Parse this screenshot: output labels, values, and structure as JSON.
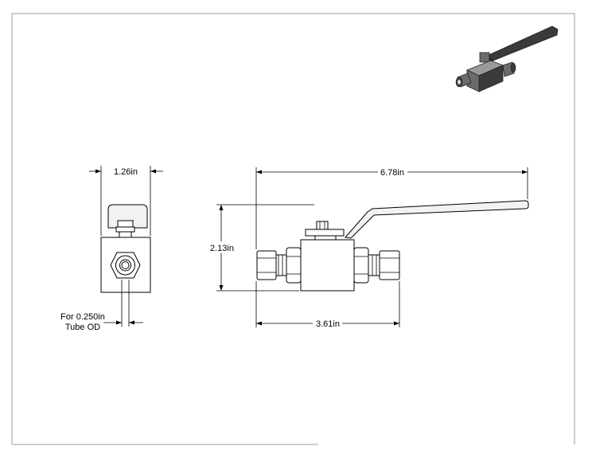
{
  "dimensions": {
    "front_width": "1.26in",
    "overall_length": "6.78in",
    "height": "2.13in",
    "body_length": "3.61in",
    "tube_note_line1": "For 0.250in",
    "tube_note_line2": "Tube OD"
  },
  "colors": {
    "line": "#000000",
    "border": "#999999",
    "iso_dark": "#3a3a3a",
    "iso_mid": "#6b6b6b",
    "iso_light": "#9a9a9a"
  }
}
